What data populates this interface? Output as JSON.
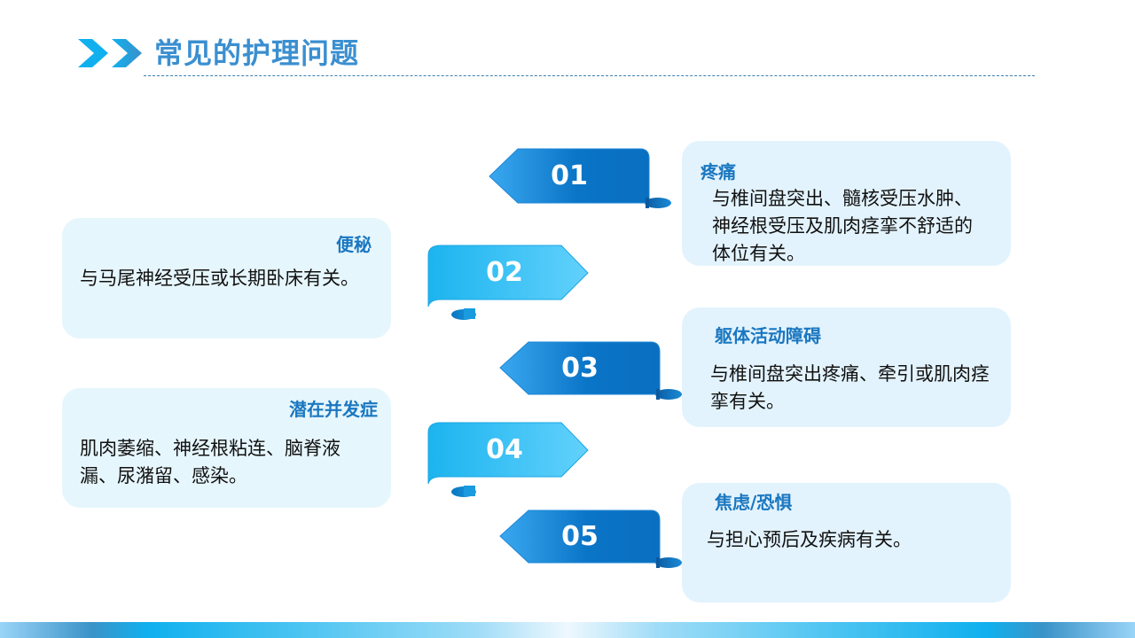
{
  "header": {
    "title": "常见的护理问题",
    "icon": "double-chevron-right-icon"
  },
  "colors": {
    "title": "#3a8fd0",
    "card_title": "#1a77c0",
    "card_bg": "#e3f3fd",
    "tag_dark_start": "#3aa8f0",
    "tag_dark_end": "#0a6fc0",
    "tag_light_start": "#1cb4ef",
    "tag_light_end": "#62d1fb"
  },
  "items": [
    {
      "number": "01",
      "title": "疼痛",
      "body": "与椎间盘突出、髓核受压水肿、神经根受压及肌肉痉挛不舒适的体位有关。",
      "side": "right"
    },
    {
      "number": "02",
      "title": "便秘",
      "body": "与马尾神经受压或长期卧床有关。",
      "side": "left"
    },
    {
      "number": "03",
      "title": "躯体活动障碍",
      "body": "与椎间盘突出疼痛、牵引或肌肉痉挛有关。",
      "side": "right"
    },
    {
      "number": "04",
      "title": "潜在并发症",
      "body": "肌肉萎缩、神经根粘连、脑脊液漏、尿潴留、感染。",
      "side": "left"
    },
    {
      "number": "05",
      "title": "焦虑/恐惧",
      "body": "与担心预后及疾病有关。",
      "side": "right"
    }
  ]
}
